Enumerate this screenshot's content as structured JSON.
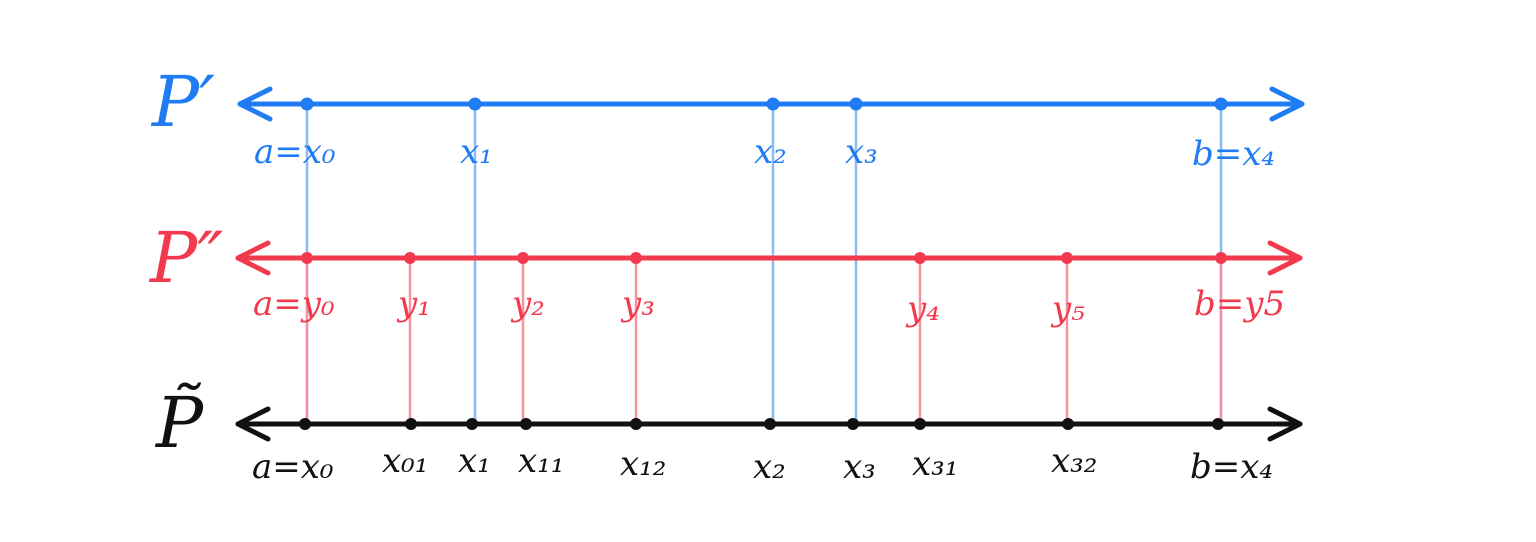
{
  "colors": {
    "blue": "#1f7cf2",
    "red": "#f23a4e",
    "black": "#111111",
    "blue_connector": "#8cbcf5",
    "red_connector": "#f4949f"
  },
  "rows": {
    "p_prime": {
      "title": "P′",
      "labels": [
        "a=x₀",
        "x₁",
        "x₂",
        "x₃",
        "b=x₄"
      ]
    },
    "p_double_prime": {
      "title": "P″",
      "labels": [
        "a=y₀",
        "y₁",
        "y₂",
        "y₃",
        "y₄",
        "y₅",
        "b=y5"
      ]
    },
    "p_tilde": {
      "title": "P̃",
      "labels": [
        "a=x₀",
        "x₀₁",
        "x₁",
        "x₁₁",
        "x₁₂",
        "x₂",
        "x₃",
        "x₃₁",
        "x₃₂",
        "b=x₄"
      ]
    }
  }
}
